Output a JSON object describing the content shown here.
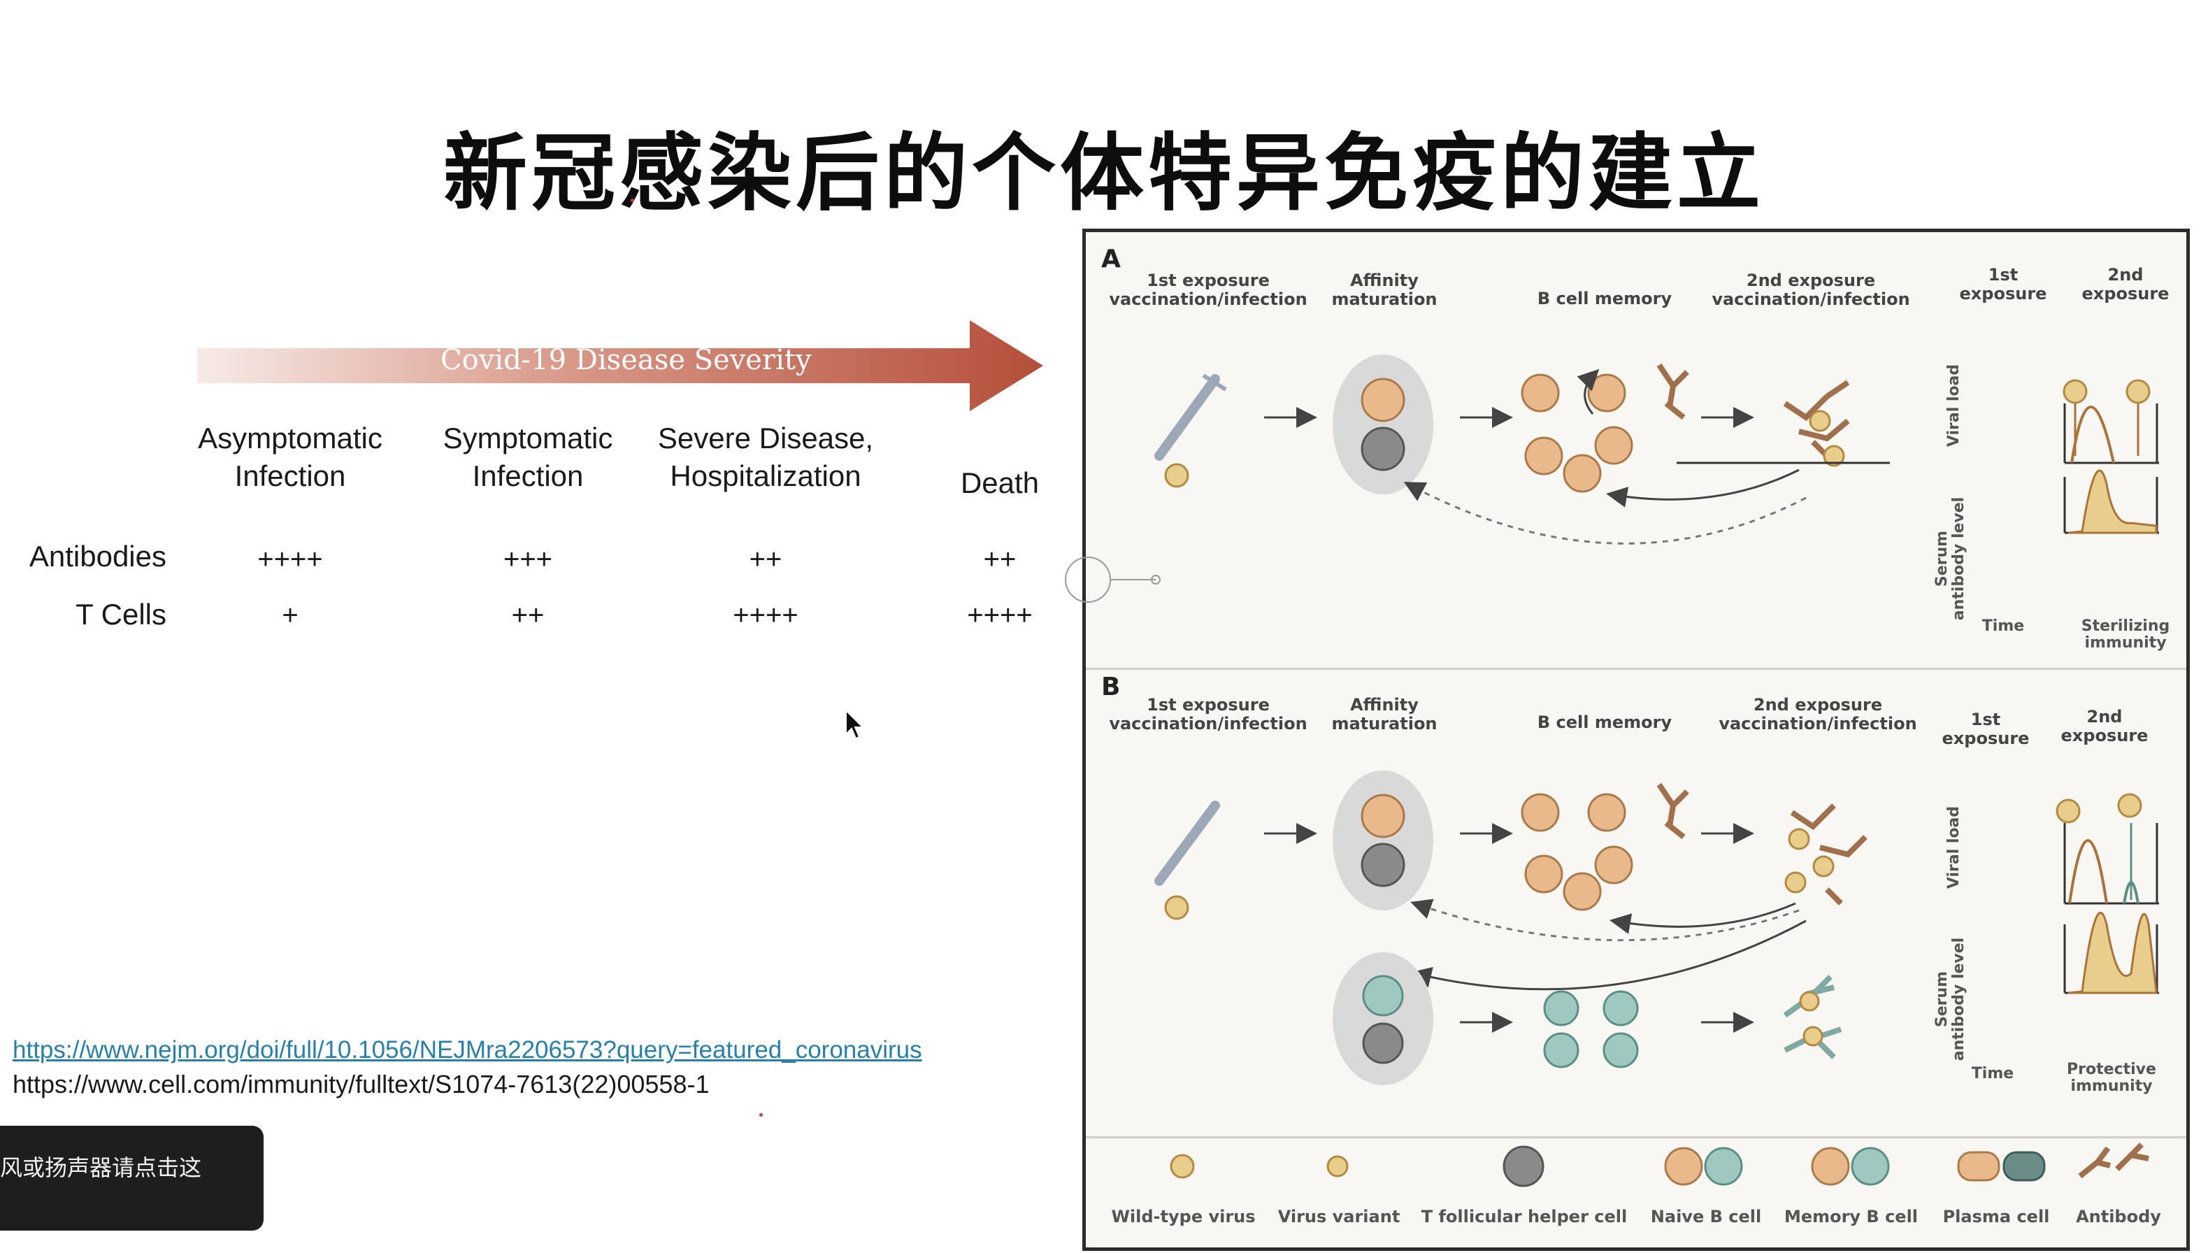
{
  "slide": {
    "title": "新冠感染后的个体特异免疫的建立",
    "severity_arrow": {
      "label": "Covid-19 Disease Severity",
      "color_start": "#f6e9e5",
      "color_end": "#b7513d"
    },
    "columns": [
      {
        "line1": "Asymptomatic",
        "line2": "Infection"
      },
      {
        "line1": "Symptomatic",
        "line2": "Infection"
      },
      {
        "line1": "Severe Disease,",
        "line2": "Hospitalization"
      },
      {
        "line1": "",
        "line2": "Death"
      }
    ],
    "rows": [
      {
        "label": "Antibodies",
        "values": [
          "++++",
          "+++",
          "++",
          "++"
        ]
      },
      {
        "label": "T Cells",
        "values": [
          "+",
          "++",
          "++++",
          "++++"
        ]
      }
    ],
    "links": [
      "https://www.nejm.org/doi/full/10.1056/NEJMra2206573?query=featured_coronavirus",
      "https://www.cell.com/immunity/fulltext/S1074-7613(22)00558-1"
    ],
    "toast_text": "风或扬声器请点击这"
  },
  "figure": {
    "panel_a": {
      "label": "A",
      "stages": [
        {
          "line1": "1st exposure",
          "line2": "vaccination/infection"
        },
        {
          "line1": "Affinity",
          "line2": "maturation"
        },
        {
          "line1": "B cell memory",
          "line2": ""
        },
        {
          "line1": "2nd exposure",
          "line2": "vaccination/infection"
        }
      ],
      "exposure1": {
        "line1": "1st",
        "line2": "exposure"
      },
      "exposure2": {
        "line1": "2nd",
        "line2": "exposure"
      },
      "viral_load_label": "Viral load",
      "serum_label_1": "Serum",
      "serum_label_2": "antibody level",
      "time_label": "Time",
      "outcome": {
        "line1": "Sterilizing",
        "line2": "immunity"
      }
    },
    "panel_b": {
      "label": "B",
      "stages": [
        {
          "line1": "1st exposure",
          "line2": "vaccination/infection"
        },
        {
          "line1": "Affinity",
          "line2": "maturation"
        },
        {
          "line1": "B cell memory",
          "line2": ""
        },
        {
          "line1": "2nd exposure",
          "line2": "vaccination/infection"
        }
      ],
      "exposure1": {
        "line1": "1st",
        "line2": "exposure"
      },
      "exposure2": {
        "line1": "2nd",
        "line2": "exposure"
      },
      "viral_load_label": "Viral load",
      "serum_label_1": "Serum",
      "serum_label_2": "antibody level",
      "time_label": "Time",
      "outcome": {
        "line1": "Protective",
        "line2": "immunity"
      }
    },
    "legend": [
      "Wild-type virus",
      "Virus variant",
      "T follicular helper cell",
      "Naive B cell",
      "Memory B cell",
      "Plasma cell",
      "Antibody"
    ],
    "colors": {
      "cell_tan": "#e8b98a",
      "cell_teal": "#9fc8c0",
      "antibody": "#a06f4c",
      "curve_fill": "#e9cd8a",
      "curve_line": "#a8743a"
    }
  }
}
